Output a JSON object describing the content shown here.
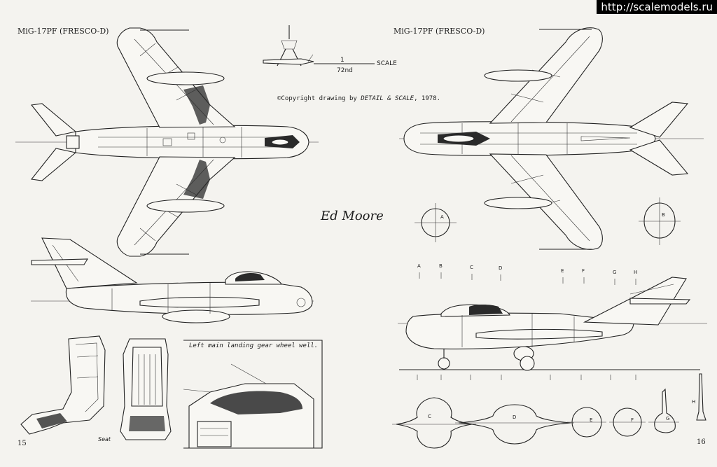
{
  "header": {
    "watermark": "http://scalemodels.ru",
    "title_left": "MiG-17PF (FRESCO-D)",
    "title_right": "MiG-17PF (FRESCO-D)"
  },
  "scale": {
    "numerator": "1",
    "denominator": "72nd",
    "label": "SCALE"
  },
  "copyright": {
    "prefix": "©Copyright drawing by ",
    "publisher": "DETAIL & SCALE",
    "suffix": ", 1978."
  },
  "signature": "Ed Moore",
  "captions": {
    "wheel_well": "Left main landing gear wheel well.",
    "seat": "Seat"
  },
  "station_labels": [
    "A",
    "B",
    "C",
    "D",
    "E",
    "F",
    "G",
    "H"
  ],
  "section_labels": {
    "top_a": "A",
    "top_b": "B",
    "bottom": [
      "C",
      "D",
      "E",
      "F",
      "G",
      "H"
    ]
  },
  "pages": {
    "left": "15",
    "right": "16"
  },
  "colors": {
    "paper": "#f4f3ef",
    "ink": "#222222",
    "watermark_bg": "#000000",
    "watermark_fg": "#ffffff"
  }
}
